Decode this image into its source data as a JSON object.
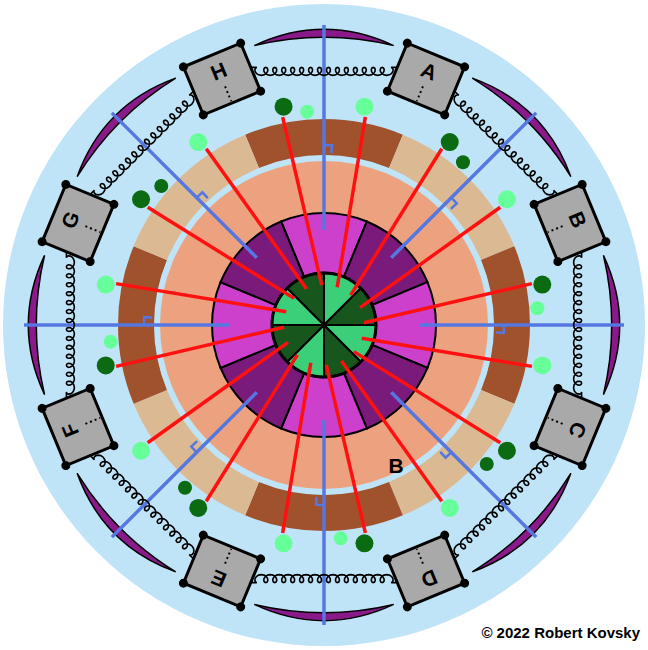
{
  "diagram": {
    "caption": "© 2022 Robert Kovsky",
    "nodes": [
      {
        "text": [
          "A"
        ]
      },
      {
        "text": [
          "B"
        ]
      },
      {
        "text": [
          "C"
        ]
      },
      {
        "text": [
          "D"
        ]
      },
      {
        "text": [
          "E"
        ]
      },
      {
        "text": [
          "F"
        ]
      },
      {
        "text": [
          "G"
        ]
      },
      {
        "text": [
          "H"
        ]
      }
    ],
    "edges": [
      {
        "from": 7,
        "to": 0,
        "arrow": "none"
      },
      {
        "from": 0,
        "to": 1,
        "arrow": "none"
      },
      {
        "from": 1,
        "to": 2,
        "arrow": "none"
      },
      {
        "from": 2,
        "to": 3,
        "arrow": "none"
      },
      {
        "from": 3,
        "to": 4,
        "arrow": "none"
      },
      {
        "from": 4,
        "to": 5,
        "arrow": "none"
      },
      {
        "from": 5,
        "to": 6,
        "arrow": "none"
      },
      {
        "from": 6,
        "to": 7,
        "arrow": "none"
      }
    ],
    "labels": [
      "B"
    ]
  }
}
